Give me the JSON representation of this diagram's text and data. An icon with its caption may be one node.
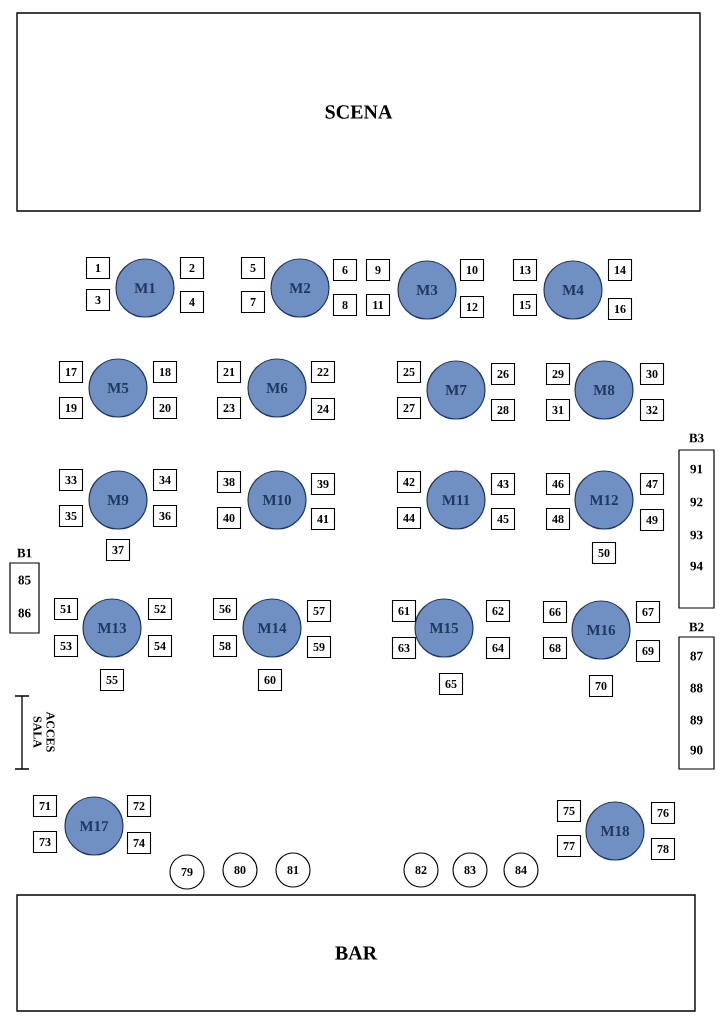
{
  "diagram": {
    "nodes": [
      {
        "text": [
          "SCENA"
        ]
      },
      {
        "text": [
          "M1"
        ]
      },
      {
        "text": [
          "M2"
        ]
      },
      {
        "text": [
          "M3"
        ]
      },
      {
        "text": [
          "M4"
        ]
      },
      {
        "text": [
          "M5"
        ]
      },
      {
        "text": [
          "M6"
        ]
      },
      {
        "text": [
          "M7"
        ]
      },
      {
        "text": [
          "M8"
        ]
      },
      {
        "text": [
          "M9"
        ]
      },
      {
        "text": [
          "M10"
        ]
      },
      {
        "text": [
          "M11"
        ]
      },
      {
        "text": [
          "M12"
        ]
      },
      {
        "text": [
          "M13"
        ]
      },
      {
        "text": [
          "M14"
        ]
      },
      {
        "text": [
          "M15"
        ]
      },
      {
        "text": [
          "M16"
        ]
      },
      {
        "text": [
          "M17"
        ]
      },
      {
        "text": [
          "M18"
        ]
      },
      {
        "text": [
          "1"
        ]
      },
      {
        "text": [
          "2"
        ]
      },
      {
        "text": [
          "3"
        ]
      },
      {
        "text": [
          "4"
        ]
      },
      {
        "text": [
          "5"
        ]
      },
      {
        "text": [
          "6"
        ]
      },
      {
        "text": [
          "7"
        ]
      },
      {
        "text": [
          "8"
        ]
      },
      {
        "text": [
          "9"
        ]
      },
      {
        "text": [
          "10"
        ]
      },
      {
        "text": [
          "11"
        ]
      },
      {
        "text": [
          "12"
        ]
      },
      {
        "text": [
          "13"
        ]
      },
      {
        "text": [
          "14"
        ]
      },
      {
        "text": [
          "15"
        ]
      },
      {
        "text": [
          "16"
        ]
      },
      {
        "text": [
          "17"
        ]
      },
      {
        "text": [
          "18"
        ]
      },
      {
        "text": [
          "19"
        ]
      },
      {
        "text": [
          "20"
        ]
      },
      {
        "text": [
          "21"
        ]
      },
      {
        "text": [
          "22"
        ]
      },
      {
        "text": [
          "23"
        ]
      },
      {
        "text": [
          "24"
        ]
      },
      {
        "text": [
          "25"
        ]
      },
      {
        "text": [
          "26"
        ]
      },
      {
        "text": [
          "27"
        ]
      },
      {
        "text": [
          "28"
        ]
      },
      {
        "text": [
          "29"
        ]
      },
      {
        "text": [
          "30"
        ]
      },
      {
        "text": [
          "31"
        ]
      },
      {
        "text": [
          "32"
        ]
      },
      {
        "text": [
          "33"
        ]
      },
      {
        "text": [
          "34"
        ]
      },
      {
        "text": [
          "35"
        ]
      },
      {
        "text": [
          "36"
        ]
      },
      {
        "text": [
          "37"
        ]
      },
      {
        "text": [
          "38"
        ]
      },
      {
        "text": [
          "39"
        ]
      },
      {
        "text": [
          "40"
        ]
      },
      {
        "text": [
          "41"
        ]
      },
      {
        "text": [
          "42"
        ]
      },
      {
        "text": [
          "43"
        ]
      },
      {
        "text": [
          "44"
        ]
      },
      {
        "text": [
          "45"
        ]
      },
      {
        "text": [
          "46"
        ]
      },
      {
        "text": [
          "47"
        ]
      },
      {
        "text": [
          "48"
        ]
      },
      {
        "text": [
          "49"
        ]
      },
      {
        "text": [
          "50"
        ]
      },
      {
        "text": [
          "51"
        ]
      },
      {
        "text": [
          "52"
        ]
      },
      {
        "text": [
          "53"
        ]
      },
      {
        "text": [
          "54"
        ]
      },
      {
        "text": [
          "55"
        ]
      },
      {
        "text": [
          "56"
        ]
      },
      {
        "text": [
          "57"
        ]
      },
      {
        "text": [
          "58"
        ]
      },
      {
        "text": [
          "59"
        ]
      },
      {
        "text": [
          "60"
        ]
      },
      {
        "text": [
          "61"
        ]
      },
      {
        "text": [
          "62"
        ]
      },
      {
        "text": [
          "63"
        ]
      },
      {
        "text": [
          "64"
        ]
      },
      {
        "text": [
          "65"
        ]
      },
      {
        "text": [
          "66"
        ]
      },
      {
        "text": [
          "67"
        ]
      },
      {
        "text": [
          "68"
        ]
      },
      {
        "text": [
          "69"
        ]
      },
      {
        "text": [
          "70"
        ]
      },
      {
        "text": [
          "71"
        ]
      },
      {
        "text": [
          "72"
        ]
      },
      {
        "text": [
          "73"
        ]
      },
      {
        "text": [
          "74"
        ]
      },
      {
        "text": [
          "75"
        ]
      },
      {
        "text": [
          "76"
        ]
      },
      {
        "text": [
          "77"
        ]
      },
      {
        "text": [
          "78"
        ]
      },
      {
        "text": [
          "79"
        ]
      },
      {
        "text": [
          "80"
        ]
      },
      {
        "text": [
          "81"
        ]
      },
      {
        "text": [
          "82"
        ]
      },
      {
        "text": [
          "83"
        ]
      },
      {
        "text": [
          "84"
        ]
      },
      {
        "text": [
          "B1",
          "85",
          "86"
        ]
      },
      {
        "text": [
          "B2",
          "87",
          "88",
          "89",
          "90"
        ]
      },
      {
        "text": [
          "B3",
          "91",
          "92",
          "93",
          "94"
        ]
      },
      {
        "text": [
          "BAR"
        ]
      }
    ],
    "labels": [
      "ACCES SALA"
    ]
  }
}
